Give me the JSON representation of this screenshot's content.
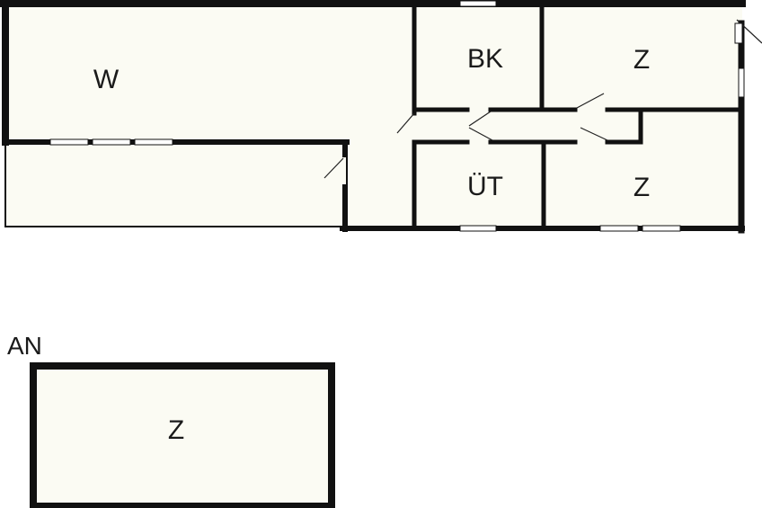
{
  "plan": {
    "rooms": {
      "living": "W",
      "bathroom_kitchen": "BK",
      "room_top_right": "Z",
      "utility": "ÜT",
      "room_bottom_right": "Z"
    },
    "annex": {
      "label": "AN",
      "room": "Z"
    },
    "colors": {
      "floor": "#fbfbf3",
      "wall": "#111111",
      "background": "#ffffff"
    }
  }
}
